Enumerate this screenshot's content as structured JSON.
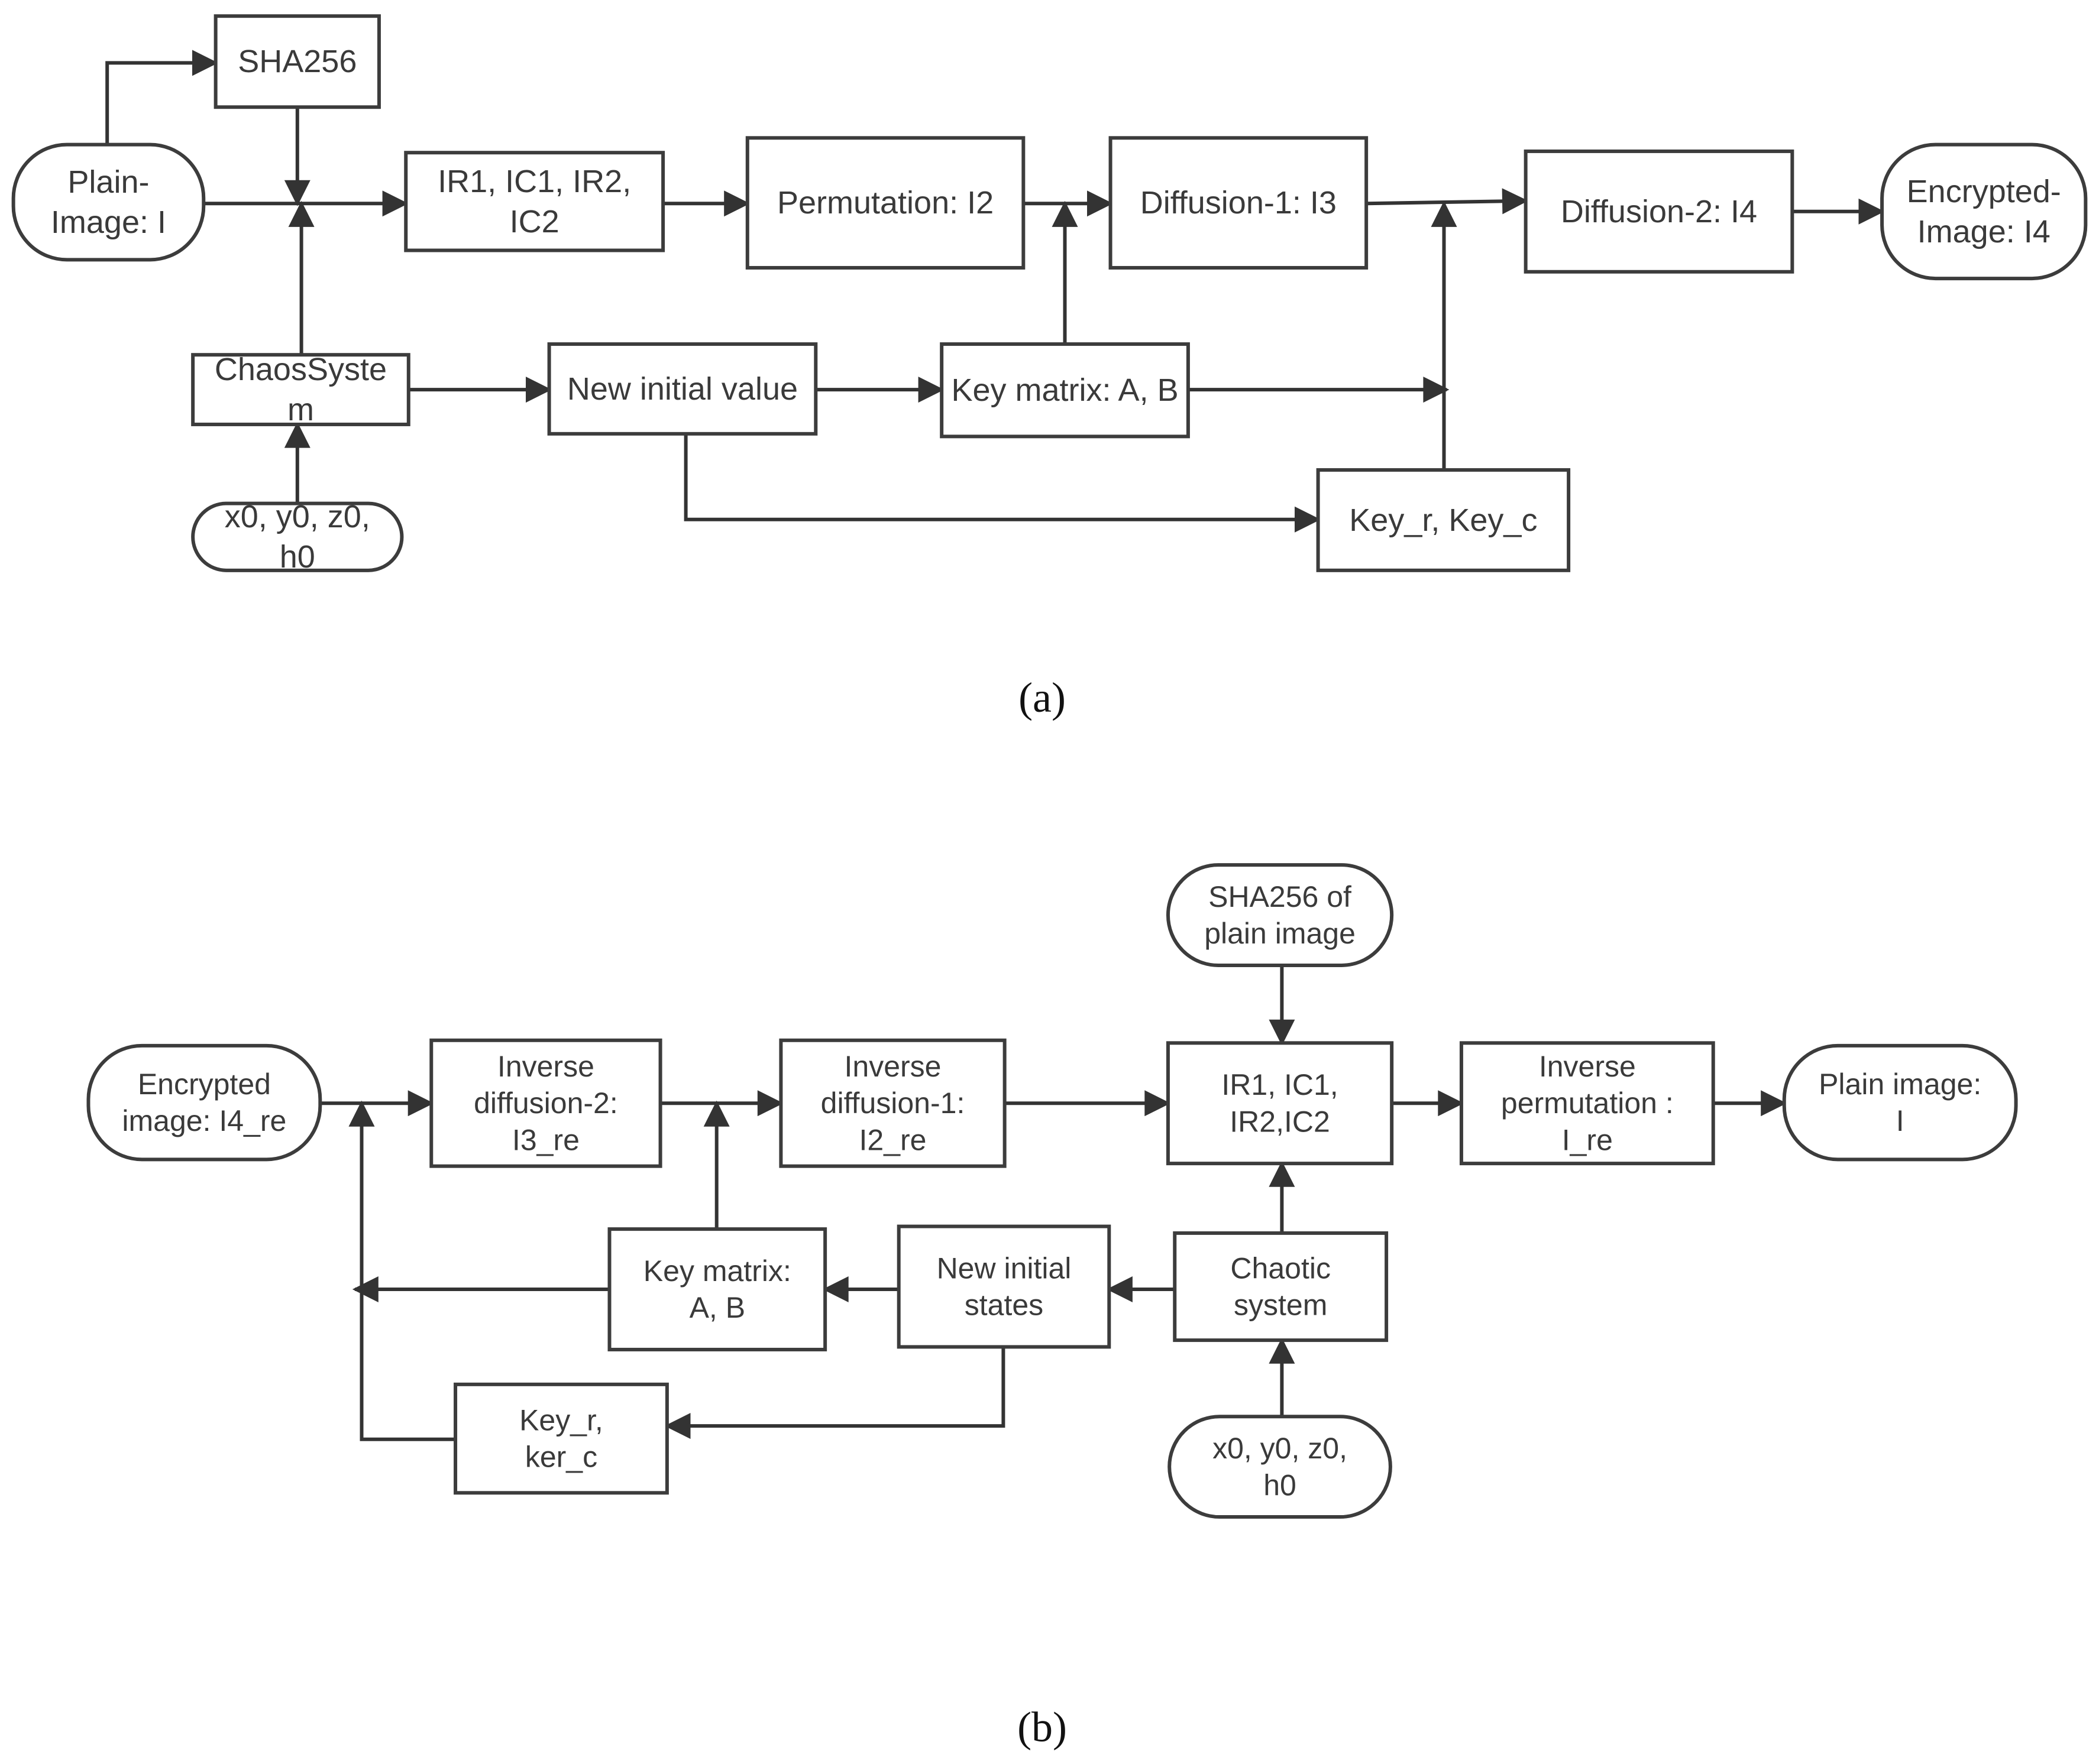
{
  "diagram_a": {
    "caption": "(a)",
    "nodes": {
      "sha256": [
        "SHA256"
      ],
      "plain_image": [
        "Plain-",
        "Image: I"
      ],
      "ir_ic": [
        "IR1, IC1, IR2,",
        "IC2"
      ],
      "permutation": [
        "Permutation: I2"
      ],
      "diffusion1": [
        "Diffusion-1: I3"
      ],
      "diffusion2": [
        "Diffusion-2: I4"
      ],
      "encrypted_image": [
        "Encrypted-",
        "Image: I4"
      ],
      "chaos_system": [
        "ChaosSyste",
        "m"
      ],
      "new_initial_value": [
        "New initial value"
      ],
      "key_matrix": [
        "Key matrix: A, B"
      ],
      "initial_conditions": [
        "x0, y0, z0,",
        "h0"
      ],
      "key_rc": [
        "Key_r, Key_c"
      ]
    }
  },
  "diagram_b": {
    "caption": "(b)",
    "nodes": {
      "sha256_plain": [
        "SHA256 of",
        "plain image"
      ],
      "encrypted_image": [
        "Encrypted",
        "image: I4_re"
      ],
      "inverse_diffusion2": [
        "Inverse",
        "diffusion-2:",
        "I3_re"
      ],
      "inverse_diffusion1": [
        "Inverse",
        "diffusion-1:",
        "I2_re"
      ],
      "ir_ic": [
        "IR1, IC1,",
        "IR2,IC2"
      ],
      "inverse_permutation": [
        "Inverse",
        "permutation :",
        "I_re"
      ],
      "plain_image": [
        "Plain image:",
        "I"
      ],
      "key_matrix": [
        "Key matrix:",
        "A, B"
      ],
      "new_initial_states": [
        "New initial",
        "states"
      ],
      "chaotic_system": [
        "Chaotic",
        "system"
      ],
      "key_rc": [
        "Key_r,",
        "ker_c"
      ],
      "initial_conditions": [
        "x0, y0, z0,",
        "h0"
      ]
    }
  }
}
